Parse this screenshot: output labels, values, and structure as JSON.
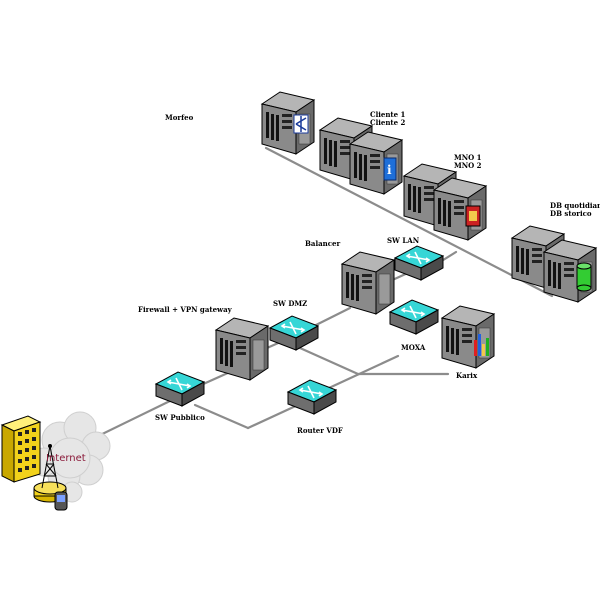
{
  "labels": {
    "morfeo": "Morfeo",
    "cliente1": "Cliente 1",
    "cliente2": "Cliente 2",
    "mno1": "MNO 1",
    "mno2": "MNO 2",
    "db_quotidiano": "DB quotidiano",
    "db_storico": "DB storico",
    "balancer": "Balancer",
    "sw_lan": "SW LAN",
    "sw_dmz": "SW DMZ",
    "firewall": "Firewall + VPN gateway",
    "moxa": "MOXA",
    "karix": "Karix",
    "sw_pubblico": "SW Pubblico",
    "router_vdf": "Router VDF",
    "internet": "Internet"
  },
  "colors": {
    "switch_top": "#36d6d6",
    "switch_side": "#6e6e6e",
    "server_body": "#8a8a8a",
    "link": "#8c8c8c",
    "building": "#f2d21b",
    "db_badge": "#33cc33",
    "sim_badge": "#cc2222"
  }
}
